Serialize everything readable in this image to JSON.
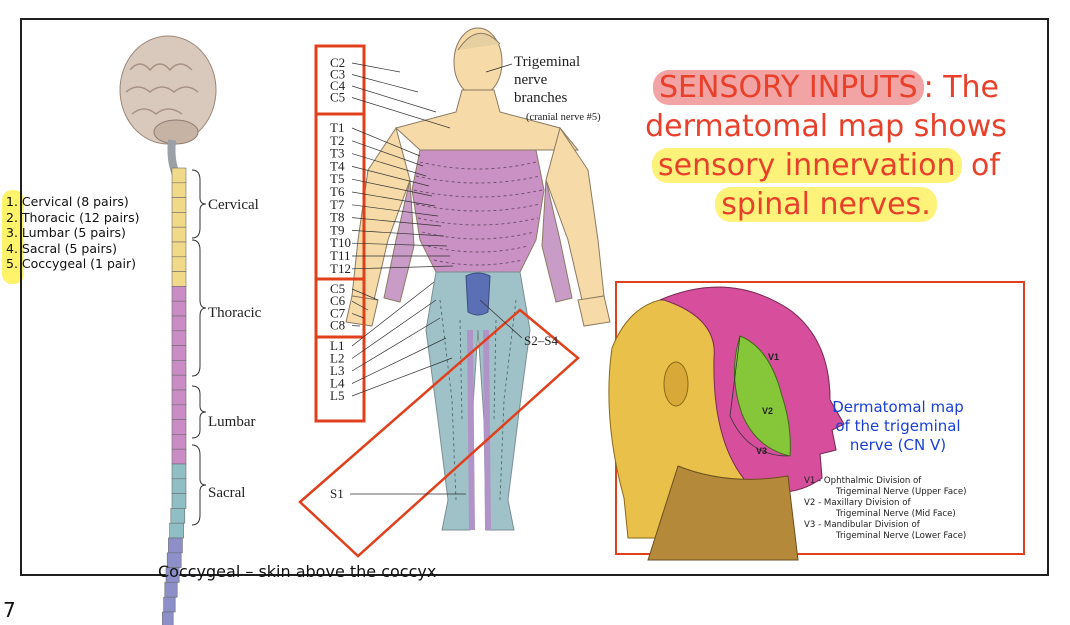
{
  "page_number": "7",
  "headline": {
    "part1": "SENSORY INPUTS",
    "part2": ": The",
    "part3": "dermatomal map shows",
    "part4": "sensory innervation",
    "part5": " of",
    "part6": "spinal nerves."
  },
  "nerve_pairs": [
    {
      "num": "1.",
      "text": " Cervical (8 pairs)"
    },
    {
      "num": "2.",
      "text": " Thoracic (12 pairs)"
    },
    {
      "num": "3.",
      "text": " Lumbar (5 pairs)"
    },
    {
      "num": "4.",
      "text": " Sacral (5 pairs)"
    },
    {
      "num": "5.",
      "text": " Coccygeal (1 pair)"
    }
  ],
  "spine_regions": [
    "Cervical",
    "Thoracic",
    "Lumbar",
    "Sacral"
  ],
  "dermatome_labels": {
    "cervical": [
      "C2",
      "C3",
      "C4",
      "C5"
    ],
    "thoracic": [
      "T1",
      "T2",
      "T3",
      "T4",
      "T5",
      "T6",
      "T7",
      "T8",
      "T9",
      "T10",
      "T11",
      "T12"
    ],
    "lower_cervical": [
      "C5",
      "C6",
      "C7",
      "C8"
    ],
    "lumbar": [
      "L1",
      "L2",
      "L3",
      "L4",
      "L5"
    ],
    "sacral": "S1",
    "sacral_group": "S2–S4"
  },
  "trigeminal": {
    "line1": "Trigeminal",
    "line2": "nerve",
    "line3": "branches",
    "line4": "(cranial nerve #5)"
  },
  "face_labels": {
    "v1": "V1",
    "v2": "V2",
    "v3": "V3"
  },
  "cn_caption": {
    "line1": "Dermatomal map",
    "line2": "of the trigeminal",
    "line3": "nerve (CN V)"
  },
  "legend": [
    {
      "main": "V1 - Ophthalmic Division of",
      "sub": "Trigeminal Nerve (Upper Face)"
    },
    {
      "main": "V2 - Maxillary Division of",
      "sub": "Trigeminal Nerve (Mid Face)"
    },
    {
      "main": "V3 - Mandibular Division of",
      "sub": "Trigeminal Nerve (Lower Face)"
    }
  ],
  "caption": "Coccygeal – skin above the coccyx",
  "colors": {
    "accent_red": "#e8402a",
    "highlight_yellow": "#fdf27a",
    "highlight_pink": "#f2a3a3",
    "caption_blue": "#1a3fd6"
  }
}
